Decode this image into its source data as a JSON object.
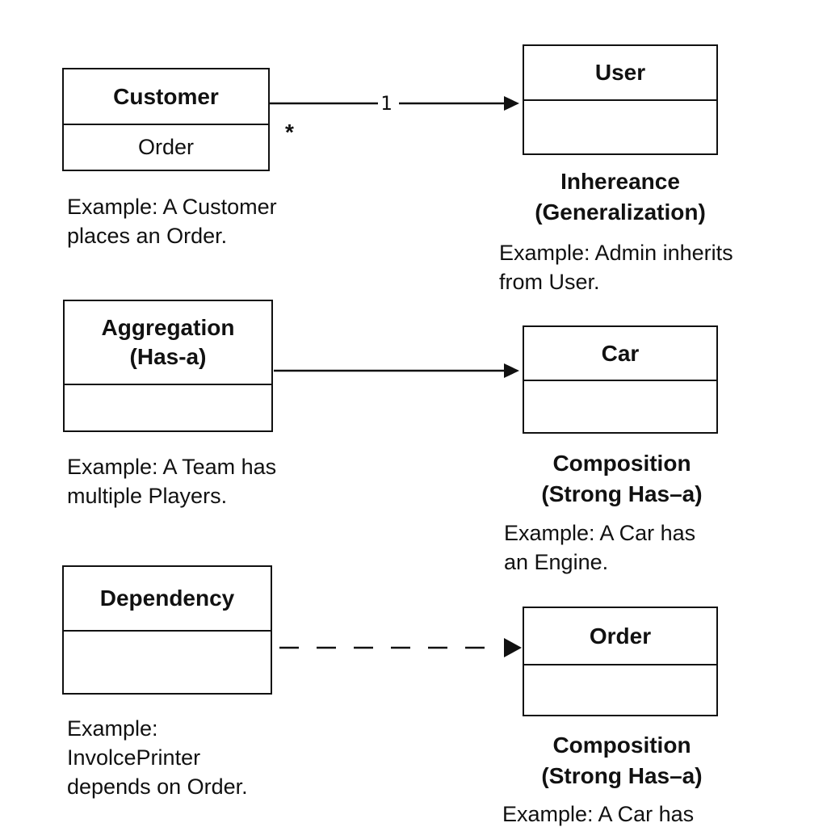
{
  "boxes": {
    "customer": {
      "name": "Customer",
      "attribute": "Order"
    },
    "user": {
      "name": "User",
      "attribute": ""
    },
    "aggregation": {
      "name_line1": "Aggregation",
      "name_line2": "(Has-a)",
      "attribute": ""
    },
    "car": {
      "name": "Car",
      "attribute": ""
    },
    "dependency": {
      "name": "Dependency",
      "attribute": ""
    },
    "order": {
      "name": "Order",
      "attribute": ""
    }
  },
  "multiplicity": {
    "target": "1",
    "source": "*"
  },
  "titles": {
    "inheritance": {
      "line1": "Inhereance",
      "line2": "(Generalization)"
    },
    "composition_1": {
      "line1": "Composition",
      "line2": "(Strong Has–a)"
    },
    "composition_2": {
      "line1": "Composition",
      "line2": "(Strong Has–a)"
    }
  },
  "captions": {
    "customer": {
      "line1": "Example: A Customer",
      "line2": "places an Order."
    },
    "inheritance": {
      "line1": "Example: Admin inherits",
      "line2": "from User."
    },
    "aggregation": {
      "line1": "Example: A Team has",
      "line2": "multiple Players."
    },
    "composition_1": {
      "line1": "Example: A Car has",
      "line2": "an Engine."
    },
    "dependency": {
      "line1": "Example:",
      "line2": "InvolcePrinter",
      "line3": "depends on Order."
    },
    "composition_2": {
      "line1": "Example: A Car has"
    }
  },
  "colors": {
    "stroke": "#111111",
    "background": "#ffffff"
  }
}
